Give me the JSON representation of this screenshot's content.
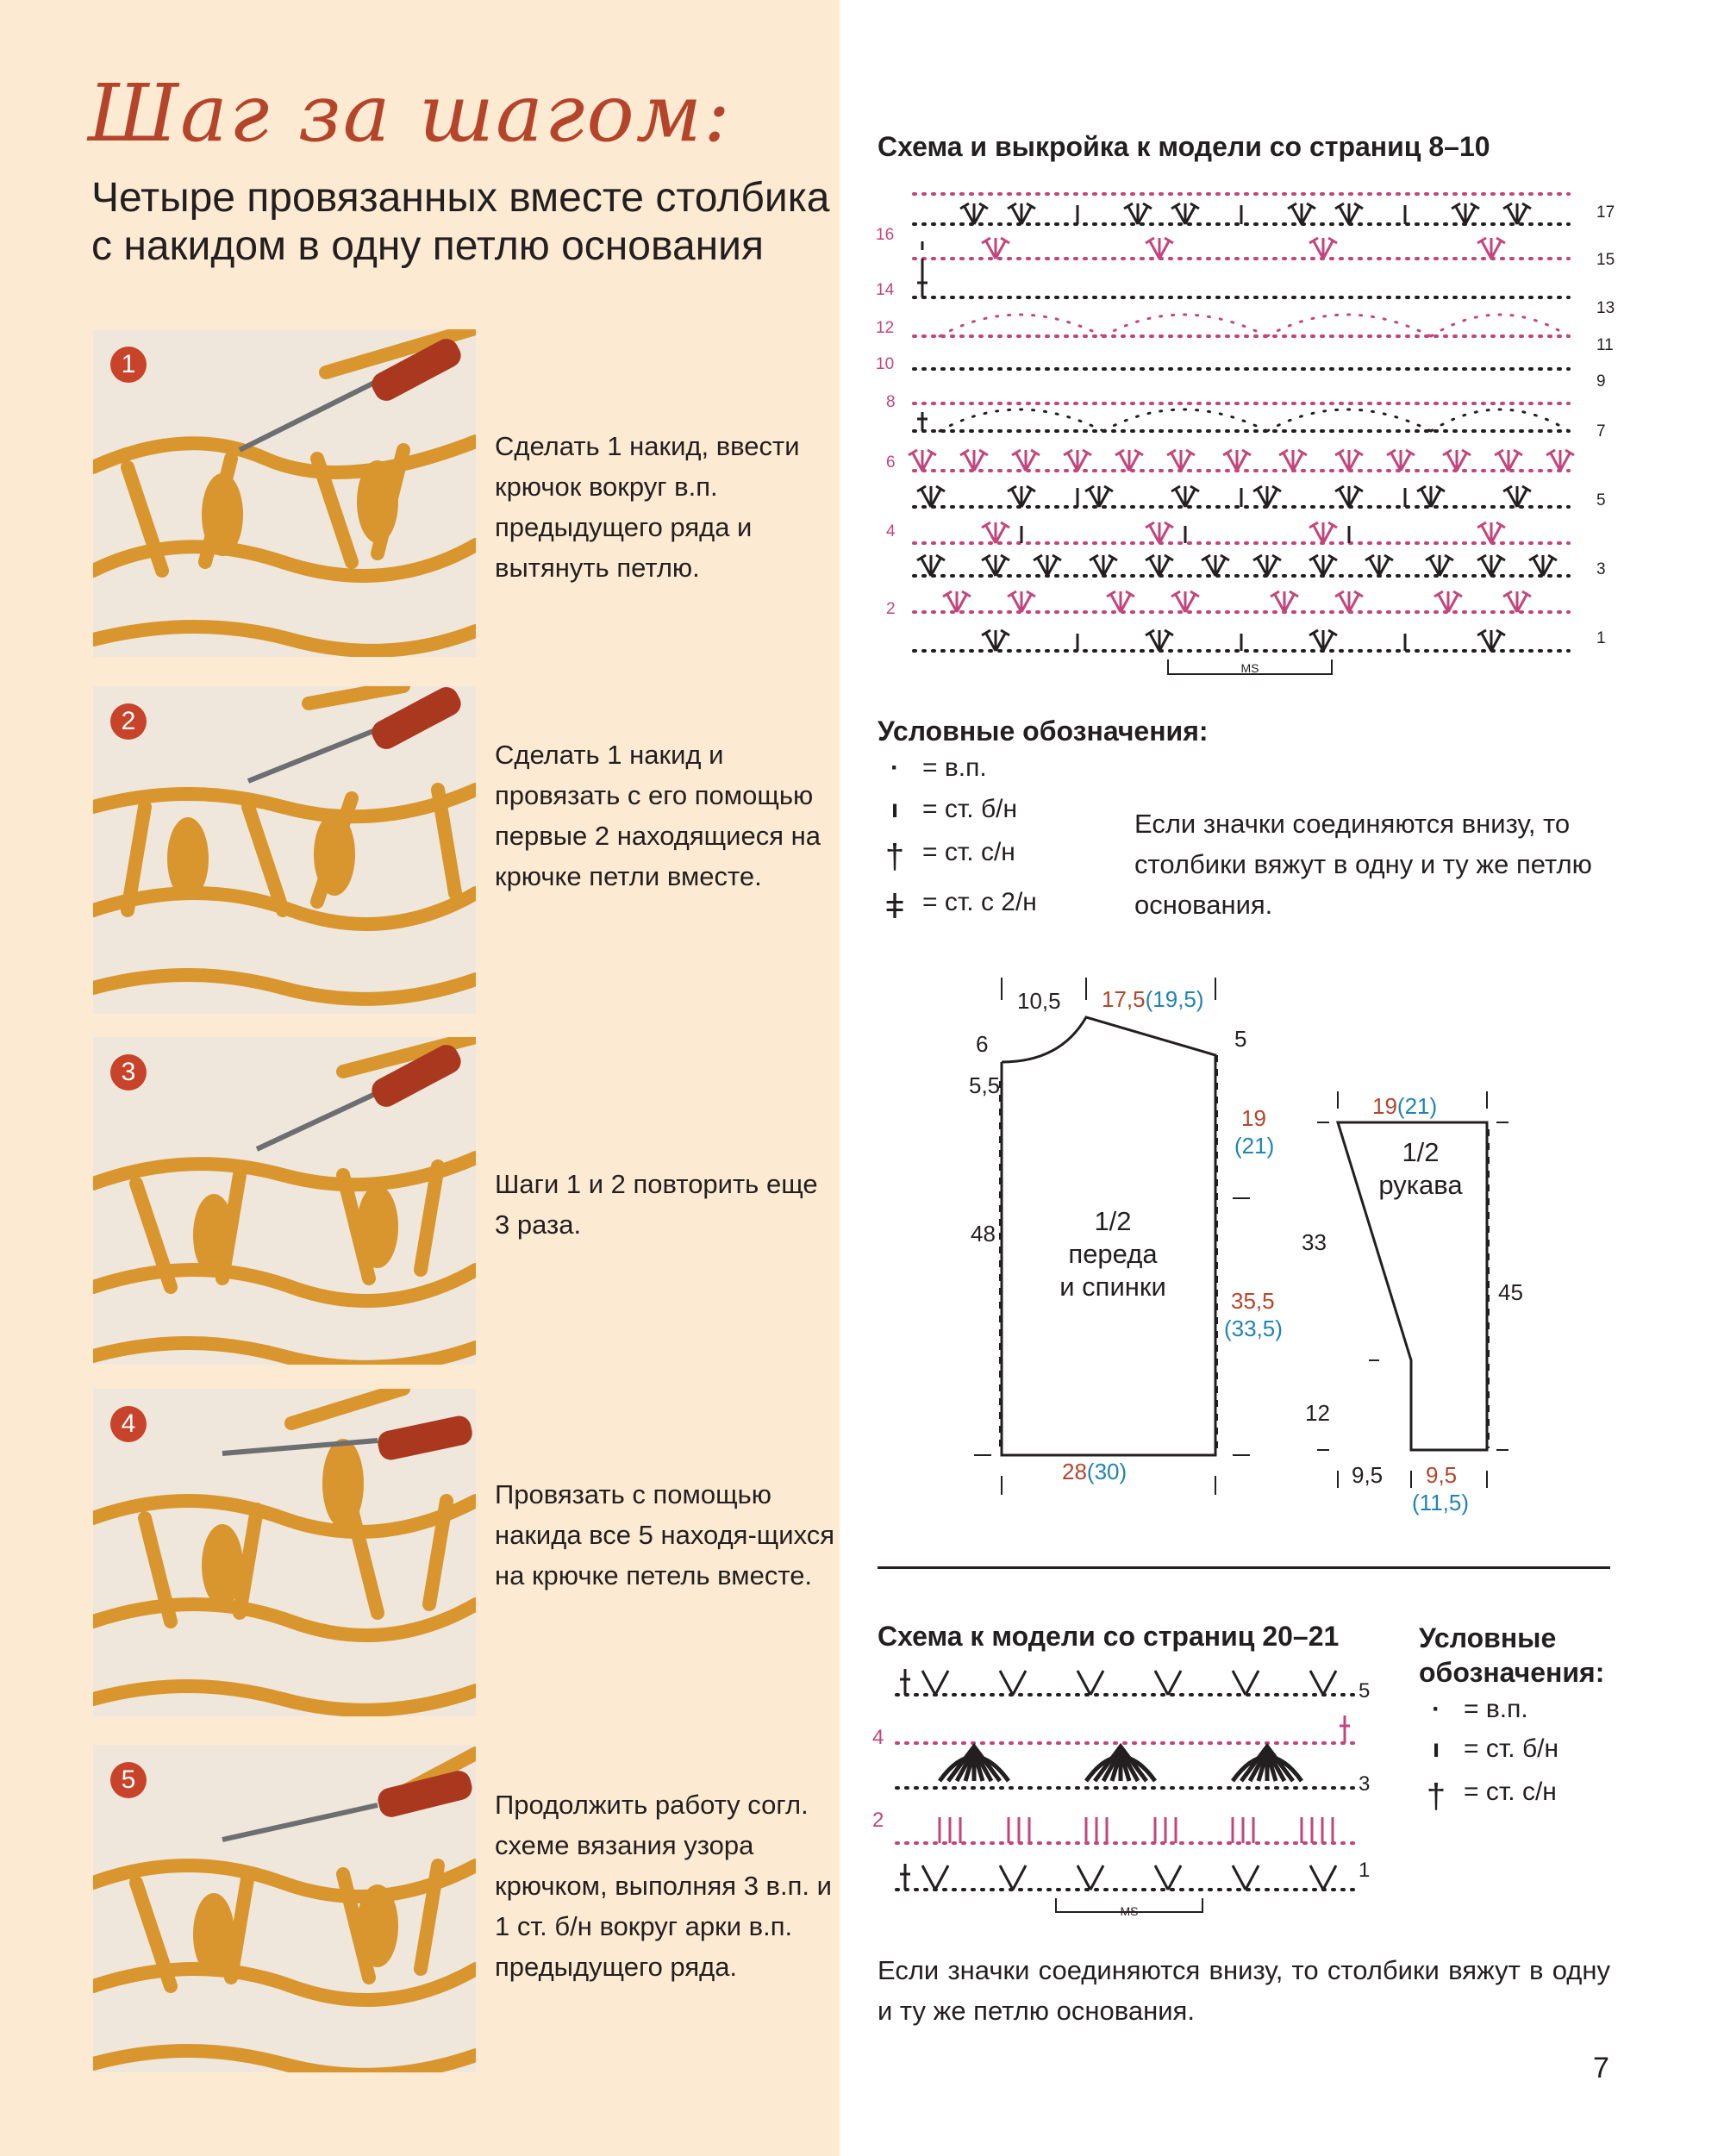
{
  "header": {
    "script_title": "Шаг за шагом:",
    "subtitle": "Четыре провязанных вместе столбика с накидом в одну петлю основания"
  },
  "steps": [
    {
      "number": "1",
      "text": "Сделать 1 накид, ввести крючок вокруг в.п. предыдущего ряда и вытянуть петлю."
    },
    {
      "number": "2",
      "text": "Сделать 1 накид и провязать с его помощью первые 2 находящиеся на крючке петли вместе."
    },
    {
      "number": "3",
      "text": "Шаги 1 и 2 повторить еще 3 раза."
    },
    {
      "number": "4",
      "text": "Провязать с помощью накида все 5 находя-щихся на крючке петель вместе."
    },
    {
      "number": "5",
      "text": "Продолжить работу согл. схеме вязания узора крючком, выполняя 3 в.п. и 1 ст. б/н вокруг арки в.п. предыдущего ряда."
    }
  ],
  "chart1": {
    "heading": "Схема и выкройка к модели со страниц 8–10",
    "rows_right": [
      "17",
      "15",
      "13",
      "11",
      "9",
      "7",
      "5",
      "3",
      "1"
    ],
    "rows_left": [
      "16",
      "14",
      "12",
      "10",
      "8",
      "6",
      "4",
      "2"
    ],
    "repeat_label": "MS"
  },
  "legend1": {
    "heading": "Условные обозначения:",
    "items": [
      {
        "icon": "chain-icon",
        "symbol": "·",
        "label": "= в.п."
      },
      {
        "icon": "single-crochet-icon",
        "symbol": "ı",
        "label": "= ст. б/н"
      },
      {
        "icon": "double-crochet-icon",
        "symbol": "†",
        "label": "= ст. с/н"
      },
      {
        "icon": "treble-crochet-icon",
        "symbol": "ǂ",
        "label": "= ст. с 2/н"
      }
    ],
    "note": "Если значки соединяются внизу, то столбики вяжут в одну и ту же петлю основания."
  },
  "pattern_body": {
    "label_line1": "1/2",
    "label_line2": "переда",
    "label_line3": "и спинки",
    "top_left": "10,5",
    "top_right_a": "17,5",
    "top_right_b": "(19,5)",
    "neck_depth": "6",
    "left_shoulder": "5,5",
    "shoulder_drop": "5",
    "armhole_a": "19",
    "armhole_b": "(21)",
    "side_height": "48",
    "side_a": "35,5",
    "side_b": "(33,5)",
    "bottom_a": "28",
    "bottom_b": "(30)"
  },
  "pattern_sleeve": {
    "label_line1": "1/2",
    "label_line2": "рукава",
    "top_a": "19",
    "top_b": "(21)",
    "taper": "33",
    "cuff_height": "12",
    "full_height": "45",
    "bottom_left": "9,5",
    "bottom_a": "9,5",
    "bottom_b": "(11,5)"
  },
  "chart2": {
    "heading": "Схема к модели со страниц 20–21",
    "rows_right": [
      "5",
      "3",
      "1"
    ],
    "rows_left": [
      "4",
      "2"
    ],
    "repeat_label": "MS"
  },
  "legend2": {
    "heading_line1": "Условные",
    "heading_line2": "обозначения:",
    "items": [
      {
        "icon": "chain-icon",
        "symbol": "·",
        "label": "= в.п."
      },
      {
        "icon": "single-crochet-icon",
        "symbol": "ı",
        "label": "= ст. б/н"
      },
      {
        "icon": "double-crochet-icon",
        "symbol": "†",
        "label": "= ст. с/н"
      }
    ]
  },
  "note2": "Если значки соединяются внизу, то столбики вяжут в одну и ту же петлю основания.",
  "page_number": "7",
  "colors": {
    "left_bg": "#fcebd2",
    "accent": "#b5452a",
    "blue": "#1f83b5",
    "pink": "#c2457c",
    "yarn": "#d9962e"
  }
}
